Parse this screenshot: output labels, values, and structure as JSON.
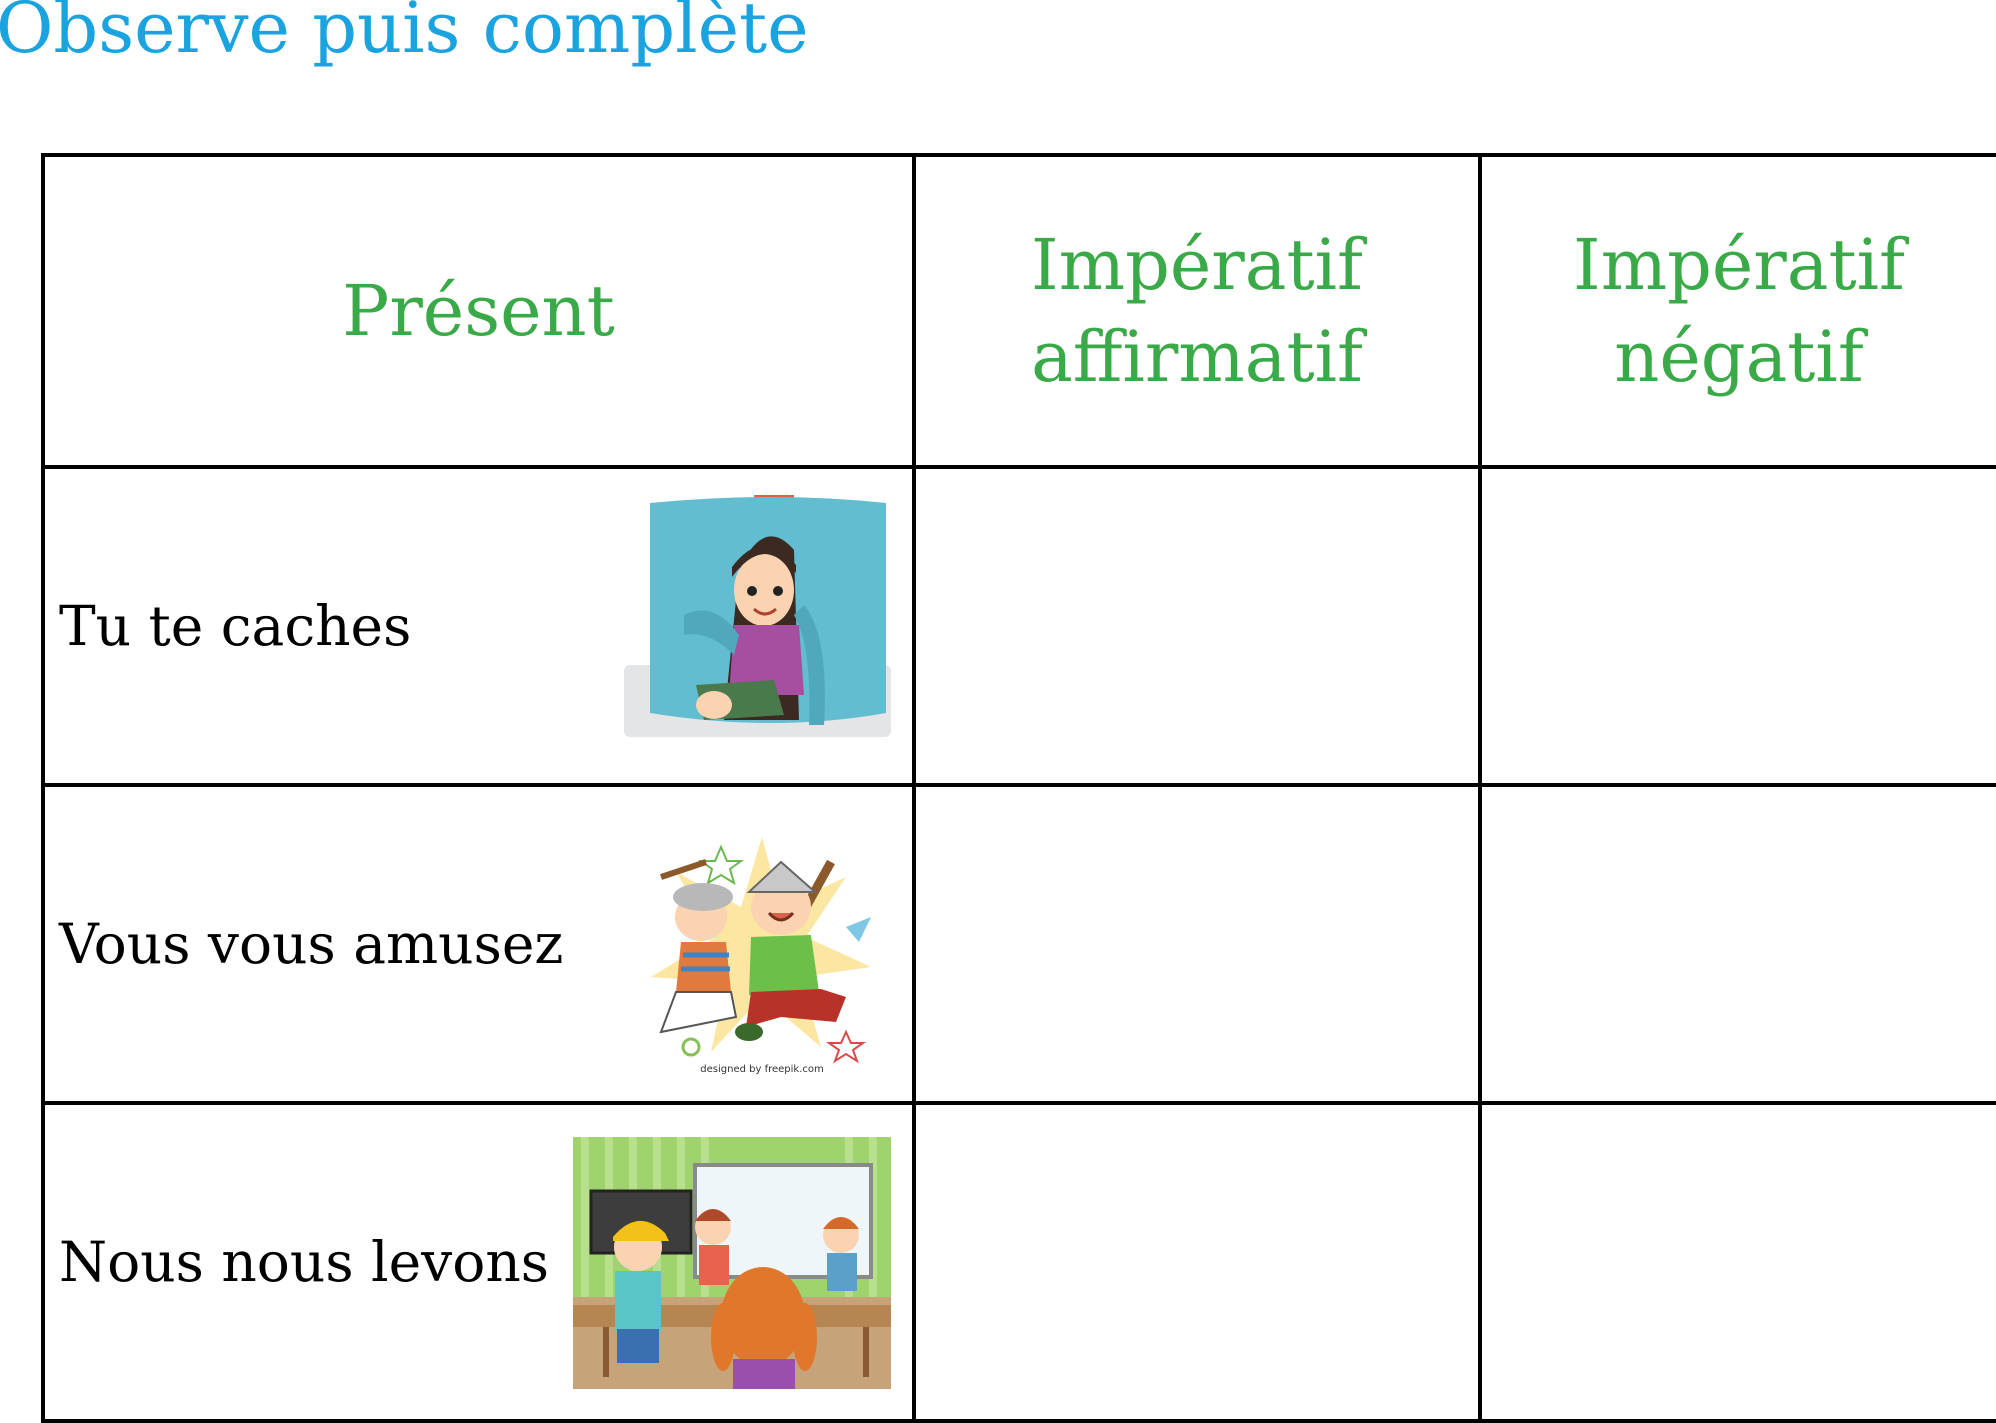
{
  "title": "Observe puis complète",
  "colors": {
    "title": "#1aa3df",
    "header": "#3aaa48",
    "grid": "#000000"
  },
  "table": {
    "headers": [
      {
        "line1": "Présent",
        "line2": ""
      },
      {
        "line1": "Impératif",
        "line2": "affirmatif"
      },
      {
        "line1": "Impératif",
        "line2": "négatif"
      }
    ],
    "rows": [
      {
        "present": "Tu te caches",
        "affirmatif": "",
        "negatif": "",
        "image": "girl-hiding-under-tablecloth"
      },
      {
        "present": "Vous vous amusez",
        "affirmatif": "",
        "negatif": "",
        "image": "two-boys-playing-knights"
      },
      {
        "present": "Nous nous levons",
        "affirmatif": "",
        "negatif": "",
        "image": "children-standing-in-classroom"
      }
    ]
  },
  "credit": "designed by freepik.com"
}
